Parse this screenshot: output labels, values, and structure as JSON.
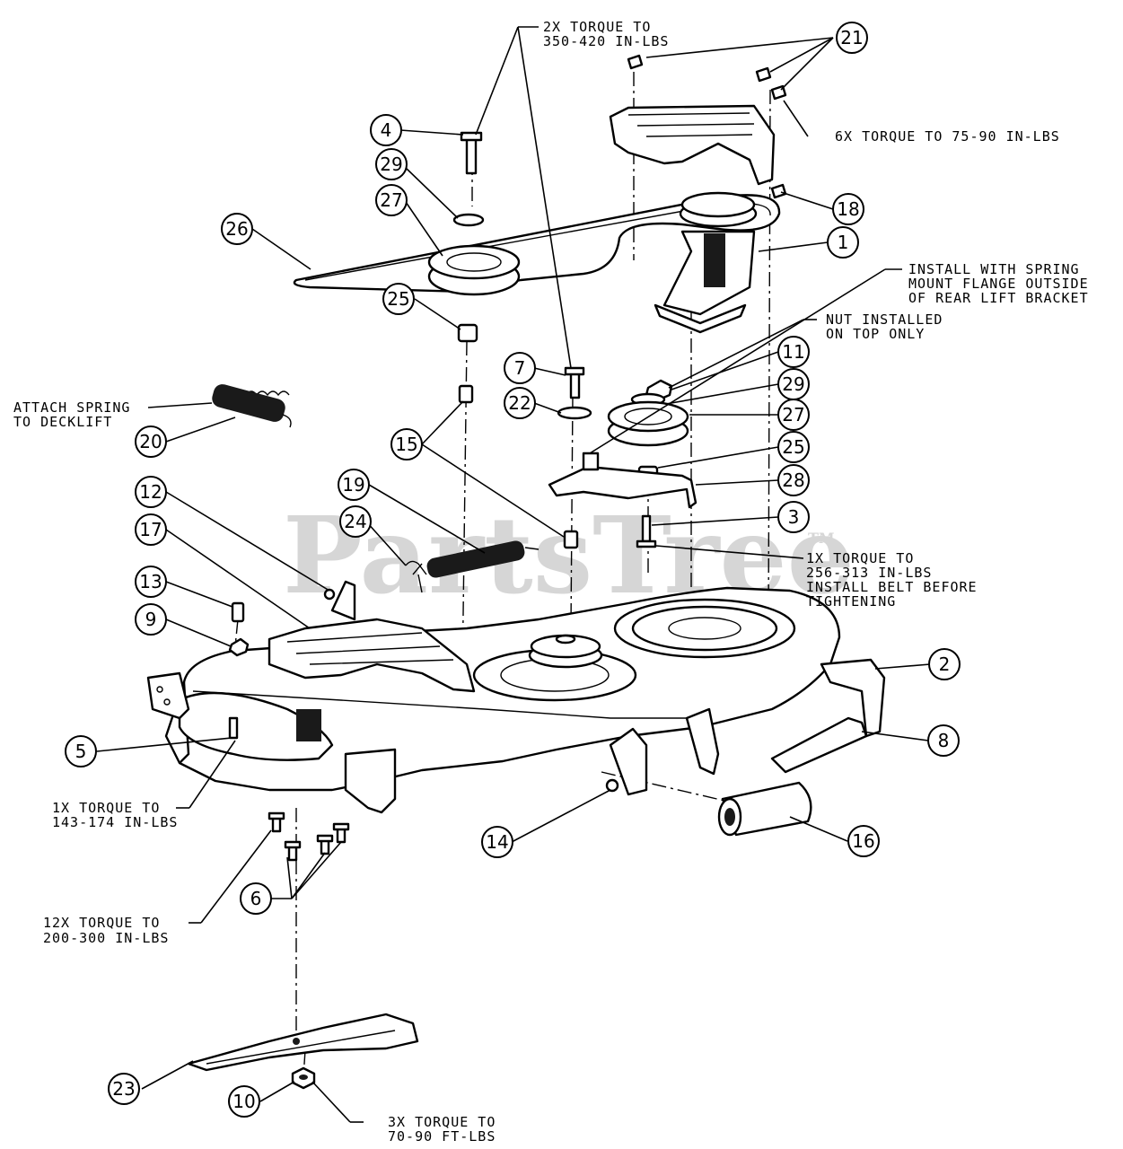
{
  "watermark": {
    "text": "PartsTree",
    "tm": "TM"
  },
  "callouts": [
    "21",
    "4",
    "29",
    "27",
    "26",
    "18",
    "1",
    "25",
    "7",
    "11",
    "22",
    "29",
    "27",
    "20",
    "15",
    "25",
    "28",
    "12",
    "19",
    "17",
    "24",
    "3",
    "13",
    "9",
    "2",
    "5",
    "8",
    "14",
    "16",
    "6",
    "23",
    "10"
  ],
  "notes": {
    "torque_350_420": [
      "2X TORQUE TO",
      "350-420 IN-LBS"
    ],
    "torque_75_90": [
      "6X TORQUE TO 75-90 IN-LBS"
    ],
    "install_spring": [
      "INSTALL WITH SPRING",
      "MOUNT FLANGE OUTSIDE",
      "OF REAR LIFT BRACKET"
    ],
    "nut_installed": [
      "NUT INSTALLED",
      "ON TOP ONLY"
    ],
    "attach_spring": [
      "ATTACH SPRING",
      "TO DECKLIFT"
    ],
    "torque_256_313": [
      "1X TORQUE TO",
      "256-313 IN-LBS",
      "INSTALL BELT BEFORE",
      "TIGHTENING"
    ],
    "torque_143_174": [
      "1X TORQUE TO",
      "143-174 IN-LBS"
    ],
    "torque_200_300": [
      "12X TORQUE TO",
      "200-300 IN-LBS"
    ],
    "torque_70_90": [
      "3X TORQUE TO",
      "70-90 FT-LBS"
    ]
  }
}
